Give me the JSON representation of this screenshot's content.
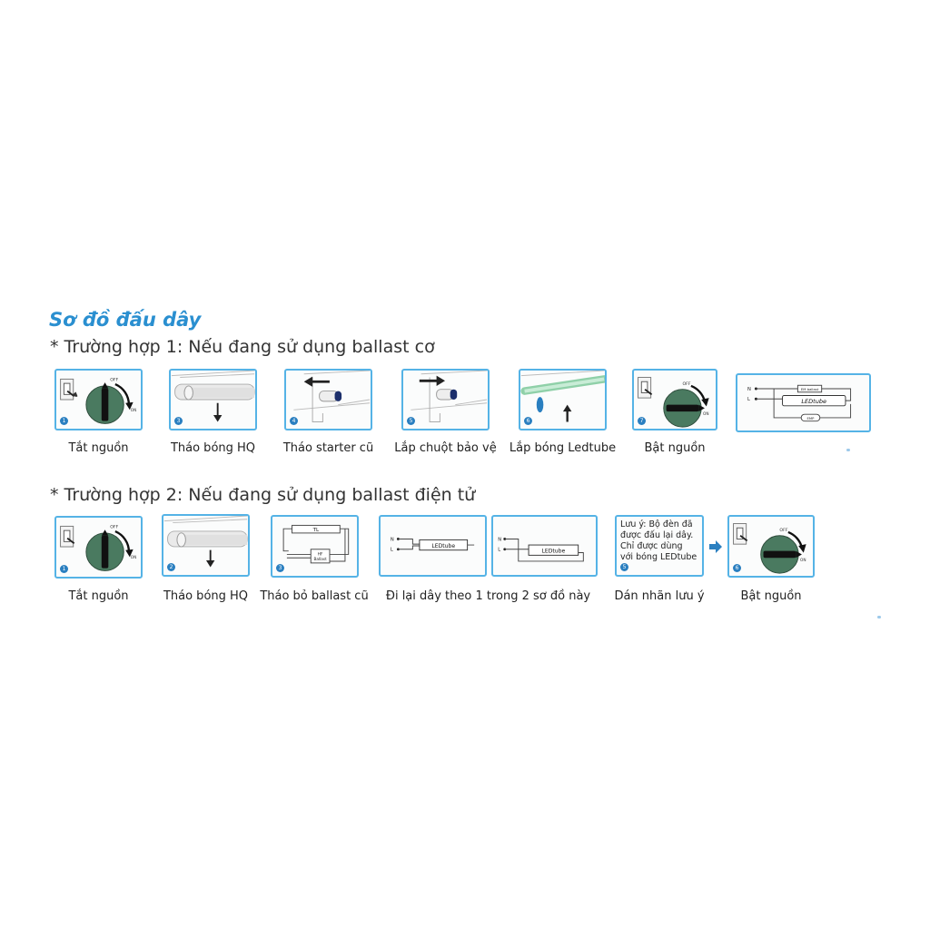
{
  "title": "Sơ đồ đấu dây",
  "case1": {
    "heading": "* Trường hợp 1: Nếu đang sử dụng ballast cơ",
    "steps": [
      {
        "num": "1",
        "caption": "Tắt nguồn",
        "icon": "power-off-switch-icon"
      },
      {
        "num": "3",
        "caption": "Tháo bóng HQ",
        "icon": "remove-tube-icon"
      },
      {
        "num": "4",
        "caption": "Tháo starter cũ",
        "icon": "remove-starter-icon"
      },
      {
        "num": "5",
        "caption": "Lắp chuột bảo vệ",
        "icon": "insert-protector-icon"
      },
      {
        "num": "6",
        "caption": "Lắp bóng Ledtube",
        "icon": "install-ledtube-icon"
      },
      {
        "num": "7",
        "caption": "Bật nguồn",
        "icon": "power-on-switch-icon"
      },
      {
        "num": "",
        "caption": "",
        "icon": "em-ballast-wiring-diagram"
      }
    ],
    "wiring": {
      "n": "N",
      "l": "L",
      "em_ballast": "EM ballast",
      "ledtube": "LEDtube",
      "emp": "EMP"
    }
  },
  "case2": {
    "heading": "* Trường hợp 2: Nếu đang sử dụng ballast điện tử",
    "steps": [
      {
        "num": "1",
        "caption": "Tắt nguồn",
        "icon": "power-off-switch-icon"
      },
      {
        "num": "2",
        "caption": "Tháo bóng HQ",
        "icon": "remove-tube-icon"
      },
      {
        "num": "3",
        "caption": "Tháo bỏ ballast cũ",
        "icon": "remove-ballast-icon"
      },
      {
        "num": "",
        "caption": "Đi lại dây theo 1 trong 2 sơ đồ này",
        "icon": "rewire-diagrams"
      },
      {
        "num": "5",
        "caption": "Dán nhãn lưu ý",
        "icon": "warning-label-icon"
      },
      {
        "num": "6",
        "caption": "Bật nguồn",
        "icon": "power-on-switch-icon"
      }
    ],
    "ballast_diagram": {
      "tl": "TL",
      "hf": "HF",
      "ballast": "Ballast"
    },
    "wiring": {
      "n": "N",
      "l": "L",
      "ledtube": "LEDtube"
    },
    "note_lines": [
      "Lưu ý: Bộ đèn đã",
      "được đấu lại dây.",
      "Chỉ được dùng",
      "với bóng LEDtube"
    ]
  },
  "colors": {
    "accent": "#2a8fd0",
    "panel_border": "#55b3e6",
    "dial": "#4a7a60",
    "arrow": "#2a7fc0"
  }
}
